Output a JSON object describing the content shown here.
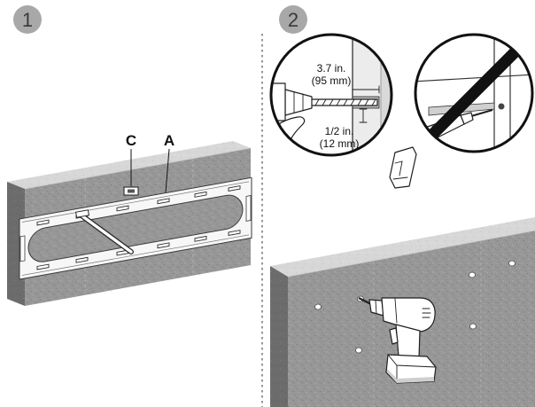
{
  "steps": [
    {
      "number": "1"
    },
    {
      "number": "2"
    }
  ],
  "step1": {
    "callout_c": "C",
    "callout_a": "A"
  },
  "step2": {
    "depth_label": {
      "imperial": "3.7 in.",
      "metric": "(95 mm)"
    },
    "spacing_label": {
      "imperial": "1/2 in.",
      "metric": "(12 mm)"
    }
  },
  "colors": {
    "badge": "#a8a8a8",
    "slash": "#111111"
  }
}
